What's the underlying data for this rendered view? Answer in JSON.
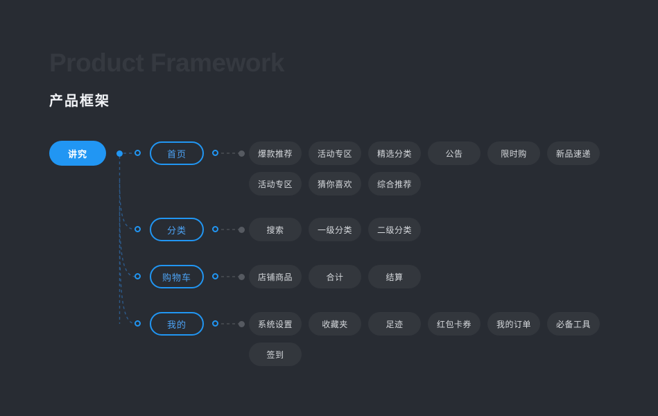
{
  "header": {
    "title_en": "Product Framework",
    "title_cn": "产品框架"
  },
  "colors": {
    "background": "#282c33",
    "accent_blue": "#2196f3",
    "leaf_pill": "#33373d",
    "edge_blue": "#2d5a8a",
    "edge_grey": "#4a4e55",
    "title_faded": "#353940"
  },
  "diagram": {
    "root": {
      "label": "讲究"
    },
    "branches": [
      {
        "label": "首页",
        "leaves": [
          "爆款推荐",
          "活动专区",
          "精选分类",
          "公告",
          "限时购",
          "新品速递",
          "活动专区",
          "猜你喜欢",
          "综合推荐"
        ]
      },
      {
        "label": "分类",
        "leaves": [
          "搜索",
          "一级分类",
          "二级分类"
        ]
      },
      {
        "label": "购物车",
        "leaves": [
          "店铺商品",
          "合计",
          "结算"
        ]
      },
      {
        "label": "我的",
        "leaves": [
          "系统设置",
          "收藏夹",
          "足迹",
          "红包卡券",
          "我的订单",
          "必备工具",
          "签到"
        ]
      }
    ]
  }
}
